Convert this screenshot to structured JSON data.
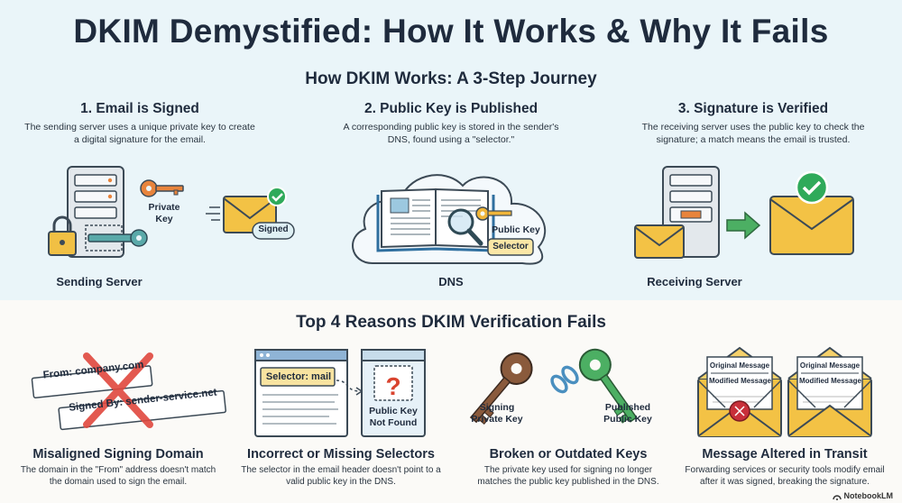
{
  "title": "DKIM Demystified: How It Works & Why It Fails",
  "how_it_works": {
    "heading": "How DKIM Works: A 3-Step Journey",
    "steps": [
      {
        "title": "1. Email is Signed",
        "text": "The sending server uses a unique private key to create a digital signature for the email.",
        "caption": "Sending Server",
        "labels": {
          "private_key": "Private Key",
          "signed": "Signed"
        }
      },
      {
        "title": "2. Public Key is Published",
        "text": "A corresponding public key is stored in the sender's DNS, found using a \"selector.\"",
        "caption": "DNS",
        "labels": {
          "public_key": "Public Key",
          "selector": "Selector"
        }
      },
      {
        "title": "3. Signature is Verified",
        "text": "The receiving server uses the public key to check the signature; a match means the email is trusted.",
        "caption": "Receiving Server"
      }
    ]
  },
  "failures": {
    "heading": "Top 4 Reasons DKIM Verification Fails",
    "reasons": [
      {
        "title": "Misaligned Signing Domain",
        "text": "The domain in the \"From\" address doesn't match the domain used to sign the email.",
        "labels": {
          "from": "From: company.com",
          "signed_by": "Signed By: sender-service.net"
        }
      },
      {
        "title": "Incorrect or Missing Selectors",
        "text": "The selector in the email header doesn't point to a valid public key in the DNS.",
        "labels": {
          "selector": "Selector: mail",
          "not_found": "Public Key Not Found"
        }
      },
      {
        "title": "Broken or Outdated Keys",
        "text": "The private key used for signing no longer matches the public key published in the DNS.",
        "labels": {
          "signing": "Signing Private Key",
          "published": "Published Public Key"
        }
      },
      {
        "title": "Message Altered in Transit",
        "text": "Forwarding services or security tools modify email after it was signed, breaking the signature.",
        "labels": {
          "original": "Original Message",
          "modified": "Modified Message"
        }
      }
    ]
  },
  "branding": "NotebookLM",
  "colors": {
    "key_orange": "#e8843c",
    "key_green": "#4caf63",
    "envelope_yellow": "#f3c245",
    "check_green": "#2faa5a",
    "error_red": "#e0483e",
    "question_red": "#d9442f"
  }
}
